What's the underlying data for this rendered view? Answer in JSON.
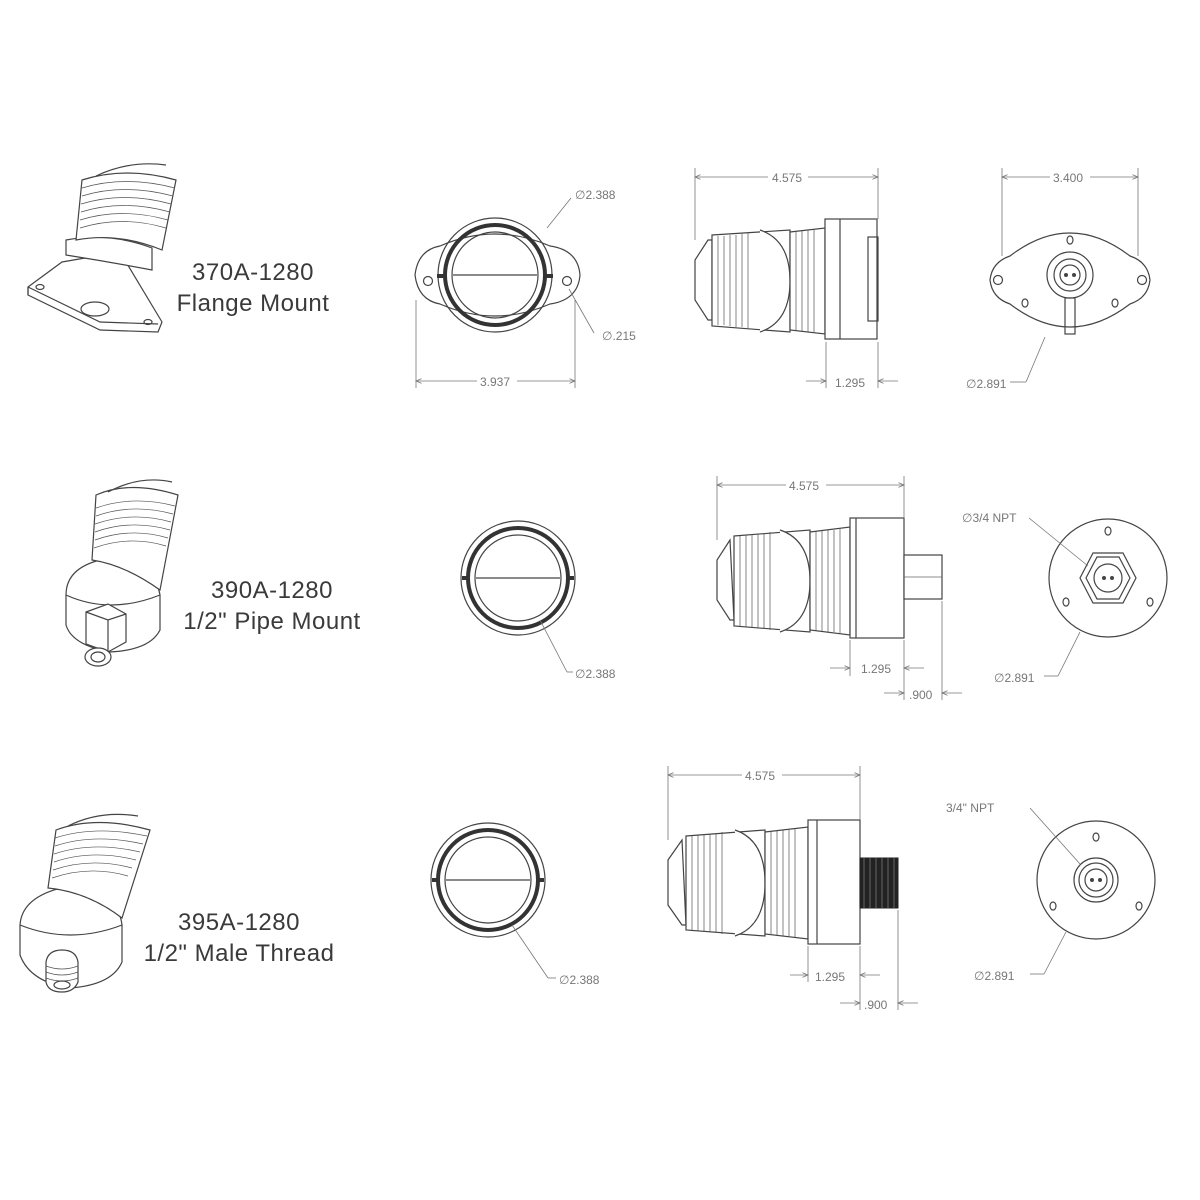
{
  "products": [
    {
      "id": "370A",
      "model": "370A-1280",
      "mount": "Flange Mount",
      "dims": {
        "face_dia": "∅2.388",
        "hole_dia": "∅.215",
        "flange_width": "3.937",
        "length": "4.575",
        "housing_len": "1.295",
        "rear_width": "3.400",
        "rear_dia": "∅2.891"
      }
    },
    {
      "id": "390A",
      "model": "390A-1280",
      "mount": "1/2\" Pipe Mount",
      "dims": {
        "face_dia": "∅2.388",
        "length": "4.575",
        "housing_len": "1.295",
        "fitting_len": ".900",
        "npt": "∅3/4 NPT",
        "rear_dia": "∅2.891"
      }
    },
    {
      "id": "395A",
      "model": "395A-1280",
      "mount": "1/2\" Male Thread",
      "dims": {
        "face_dia": "∅2.388",
        "length": "4.575",
        "housing_len": "1.295",
        "fitting_len": ".900",
        "npt": "3/4\" NPT",
        "rear_dia": "∅2.891"
      }
    }
  ]
}
